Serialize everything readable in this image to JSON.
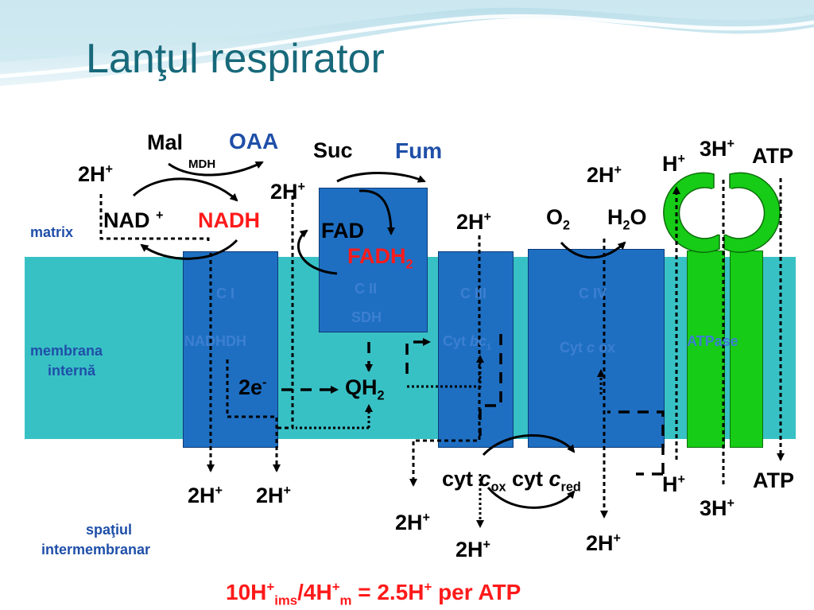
{
  "slide": {
    "title": "Lanţul respirator",
    "colors": {
      "title": "#17697a",
      "membrane": "#38c1c5",
      "complex": "#1e6fc2",
      "atpase": "#16cc16",
      "red_text": "#ff1a1a",
      "blue_text": "#1f4fa8"
    }
  },
  "regions": {
    "matrix": "matrix",
    "membrane_line1": "membrana",
    "membrane_line2": "internă",
    "ims_line1": "spaţiul",
    "ims_line2": "intermembranar"
  },
  "complex_i": {
    "name": "C I",
    "enzyme": "NADHDH",
    "mal": "Mal",
    "oaa": "OAA",
    "mdh": "MDH",
    "nad": "NAD",
    "nad_sup": "+",
    "nadh": "NADH",
    "proton_in": "2H",
    "proton_out": "2H",
    "plus": "+"
  },
  "complex_ii": {
    "name": "C II",
    "enzyme": "SDH",
    "suc": "Suc",
    "fum": "Fum",
    "fad": "FAD",
    "fadh": "FADH",
    "fadh_sub": "2",
    "proton_in": "2H",
    "proton_out": "2H",
    "plus": "+"
  },
  "electrons": {
    "label": "2e",
    "sup": "-",
    "quinol": "QH",
    "quinol_sub": "2"
  },
  "complex_iii": {
    "name": "C III",
    "enzyme_a": "Cyt ",
    "enzyme_b": "bc",
    "enzyme_sub": "1",
    "proton_in": "2H",
    "proton_out_a": "2H",
    "proton_out_b": "2H",
    "plus": "+"
  },
  "complex_iv": {
    "name": "C IV",
    "enzyme_a": "Cyt ",
    "enzyme_b": "c",
    "enzyme_c": " ox",
    "o2": "O",
    "o2_sub": "2",
    "h2o_a": "H",
    "h2o_sub": "2",
    "h2o_b": "O",
    "proton_in": "2H",
    "proton_out": "2H",
    "plus": "+"
  },
  "cytochrome_c": {
    "ox_a": "cyt ",
    "ox_b": "c",
    "ox_sub": "ox",
    "red_a": " cyt ",
    "red_b": "c",
    "red_sub": "red"
  },
  "atpase": {
    "name": "ATPase",
    "h_in": "H",
    "three_h_in": "3H",
    "atp_in": "ATP",
    "h_out": "H",
    "three_h_out": "3H",
    "atp_out": "ATP",
    "plus": "+"
  },
  "footer": {
    "a": "10H",
    "a_sup": "+",
    "a_sub": "ims",
    "b": "/4H",
    "b_sup": "+",
    "b_sub": "m",
    "c": " = 2.5H",
    "c_sup": "+",
    "d": " per ATP"
  }
}
